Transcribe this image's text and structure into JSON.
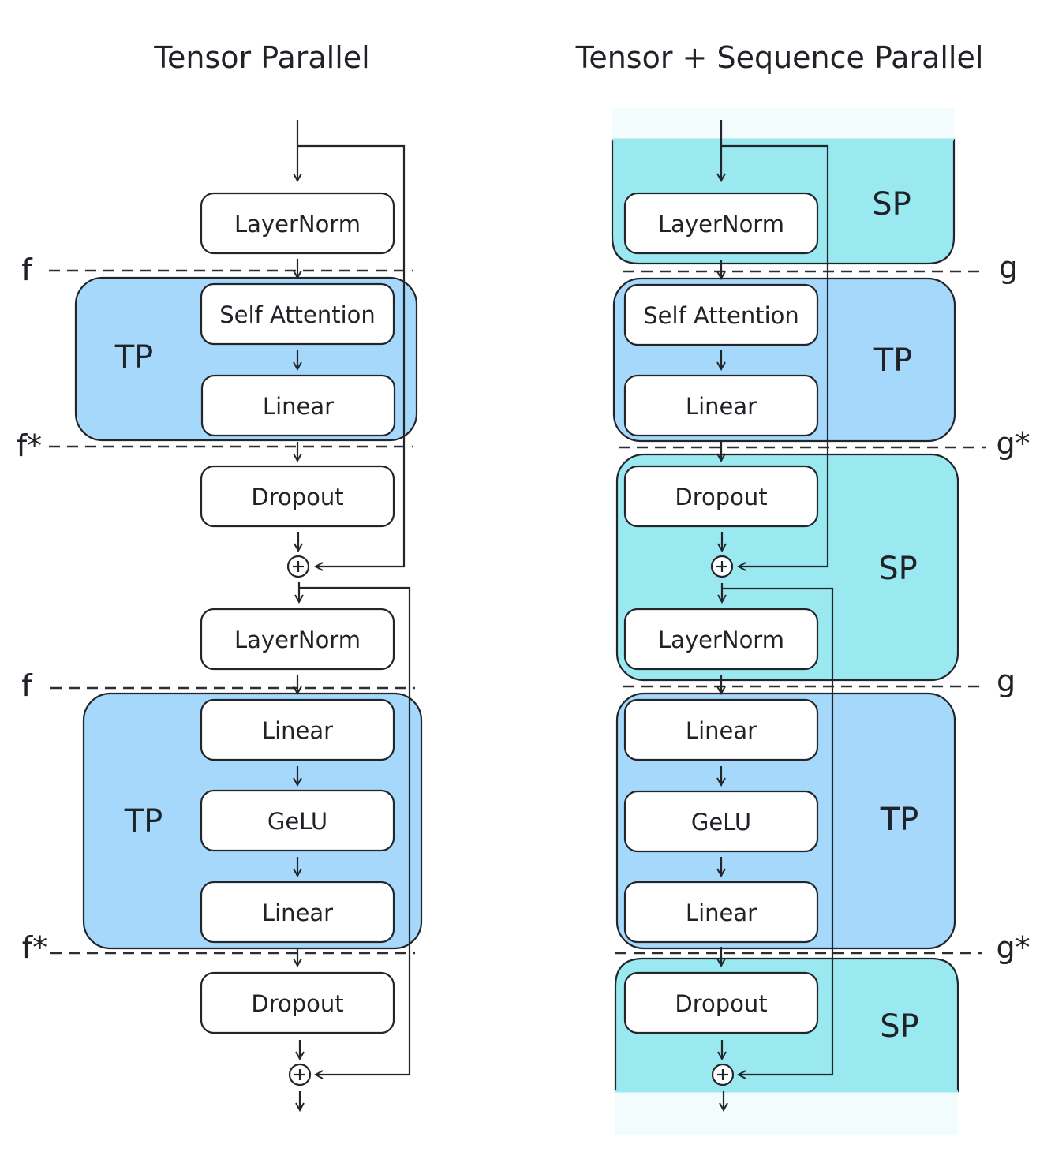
{
  "titles": {
    "left": "Tensor Parallel",
    "right": "Tensor + Sequence Parallel"
  },
  "left": {
    "blocks": [
      "LayerNorm",
      "Self Attention",
      "Linear",
      "Dropout",
      "LayerNorm",
      "Linear",
      "GeLU",
      "Linear",
      "Dropout"
    ],
    "regions": [
      "TP",
      "TP"
    ],
    "boundaries": [
      "f",
      "f*",
      "f",
      "f*"
    ]
  },
  "right": {
    "blocks": [
      "LayerNorm",
      "Self Attention",
      "Linear",
      "Dropout",
      "LayerNorm",
      "Linear",
      "GeLU",
      "Linear",
      "Dropout"
    ],
    "regions": [
      "SP",
      "TP",
      "SP",
      "TP",
      "SP"
    ],
    "boundaries": [
      "g",
      "g*",
      "g",
      "g*"
    ]
  },
  "symbols": {
    "add": "+"
  },
  "colors": {
    "tp_fill": "#a5d8fb",
    "sp_fill": "#9ae8f0",
    "stroke": "#22262a"
  }
}
